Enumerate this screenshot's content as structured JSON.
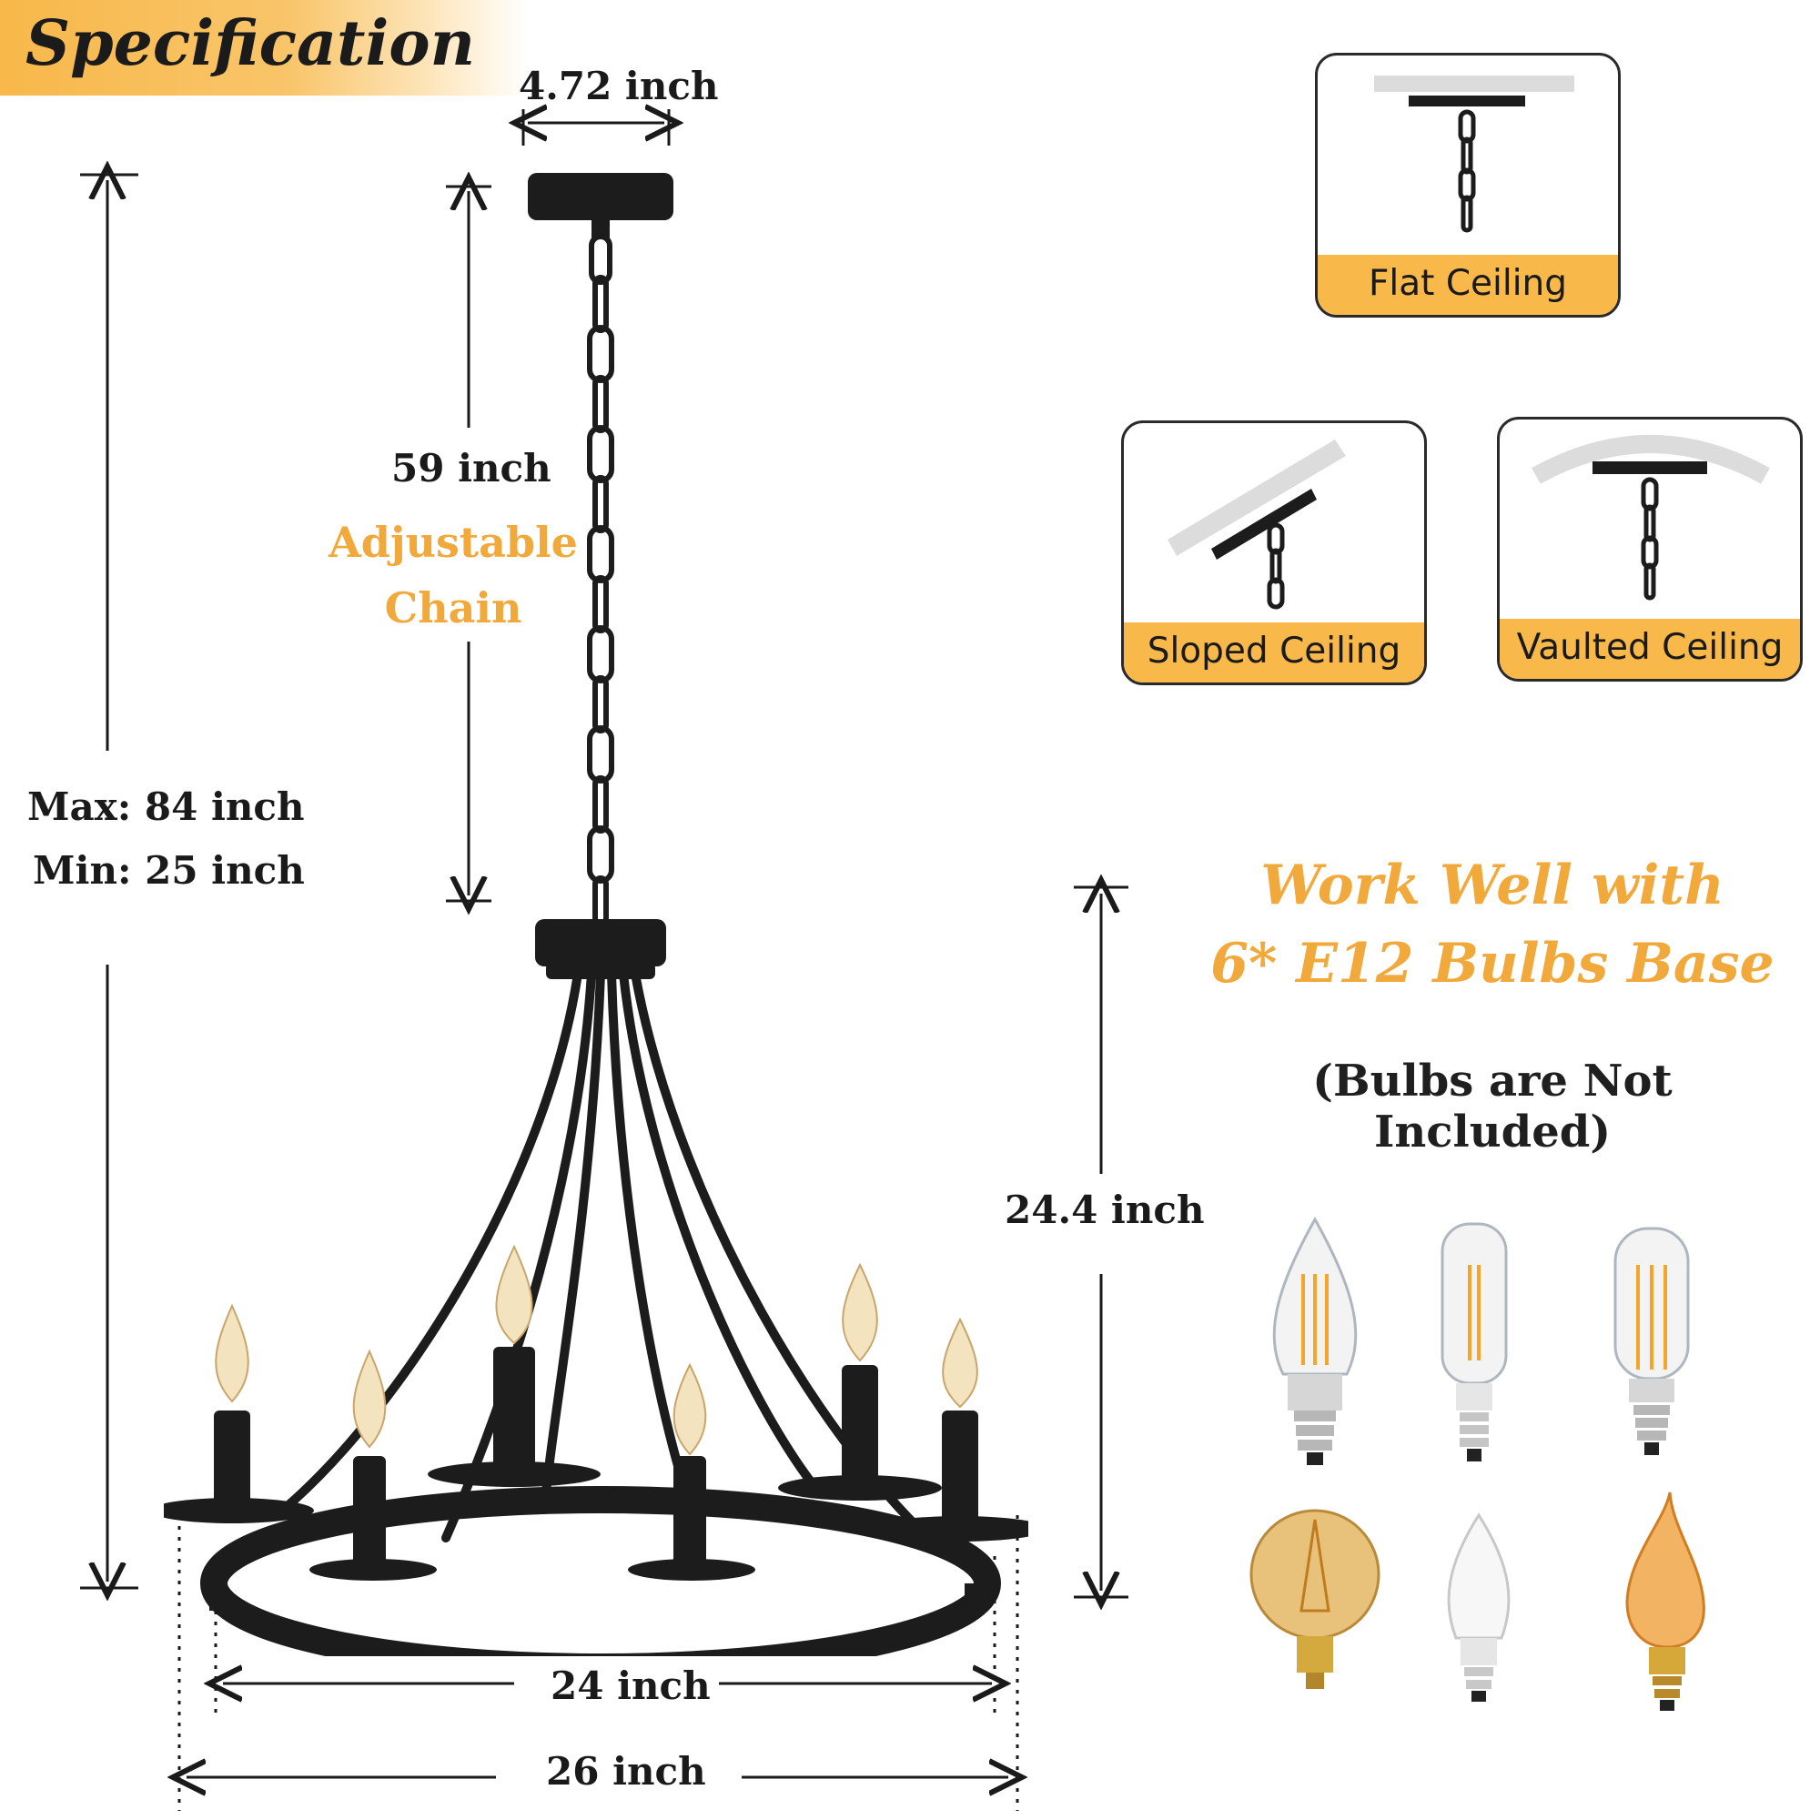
{
  "header": {
    "title": "Specification"
  },
  "dimensions": {
    "canopy_width": "4.72 inch",
    "chain_length": "59 inch",
    "chain_note": [
      "Adjustable",
      "Chain"
    ],
    "max_height": "Max: 84 inch",
    "min_height": "Min: 25 inch",
    "body_height": "24.4 inch",
    "inner_diameter": "24 inch",
    "outer_diameter": "26 inch"
  },
  "mounting": [
    {
      "label": "Flat Ceiling",
      "icon": "flat-ceiling-icon"
    },
    {
      "label": "Sloped Ceiling",
      "icon": "sloped-ceiling-icon"
    },
    {
      "label": "Vaulted Ceiling",
      "icon": "vaulted-ceiling-icon"
    }
  ],
  "bulbs": {
    "headline": [
      "Work Well with",
      "6* E12 Bulbs Base"
    ],
    "note": "(Bulbs are Not Included)",
    "icons": [
      "candle-bulb-icon",
      "tubular-bulb-icon",
      "t-shape-bulb-icon",
      "globe-bulb-icon",
      "frosted-candle-bulb-icon",
      "flame-tip-bulb-icon"
    ]
  },
  "colors": {
    "accent": "#f2a93b",
    "banner": "#f8b84a",
    "fixture": "#1c1c1c"
  }
}
